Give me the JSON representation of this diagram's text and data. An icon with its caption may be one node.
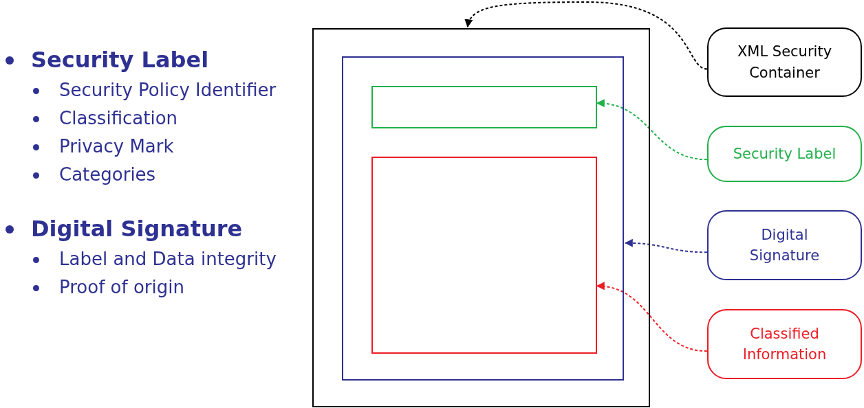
{
  "diagram": {
    "nodes": [
      {
        "text": [],
        "shape": "box"
      },
      {
        "text": [],
        "shape": "box",
        "in": 0
      },
      {
        "text": [],
        "shape": "box",
        "in": 1
      },
      {
        "text": [],
        "shape": "box",
        "in": 1
      },
      {
        "text": [
          "XML Security Container"
        ]
      },
      {
        "text": [
          "Security Label"
        ]
      },
      {
        "text": [
          "Digital Signature"
        ]
      },
      {
        "text": [
          "Classified Information"
        ]
      }
    ],
    "edges": [
      {
        "from": 4,
        "to": 0,
        "arrow": "to",
        "style": "dashed",
        "color": "#000000"
      },
      {
        "from": 5,
        "to": 2,
        "arrow": "to",
        "style": "dashed",
        "color": "#22b04b"
      },
      {
        "from": 6,
        "to": 1,
        "arrow": "to",
        "style": "dashed",
        "color": "#2e3192"
      },
      {
        "from": 7,
        "to": 3,
        "arrow": "to",
        "style": "dashed",
        "color": "#ed1c24"
      }
    ],
    "labels": [
      "Security Label",
      "Security Policy Identifier",
      "Classification",
      "Privacy Mark",
      "Categories",
      "Digital Signature",
      "Label and Data integrity",
      "Proof of origin"
    ]
  }
}
